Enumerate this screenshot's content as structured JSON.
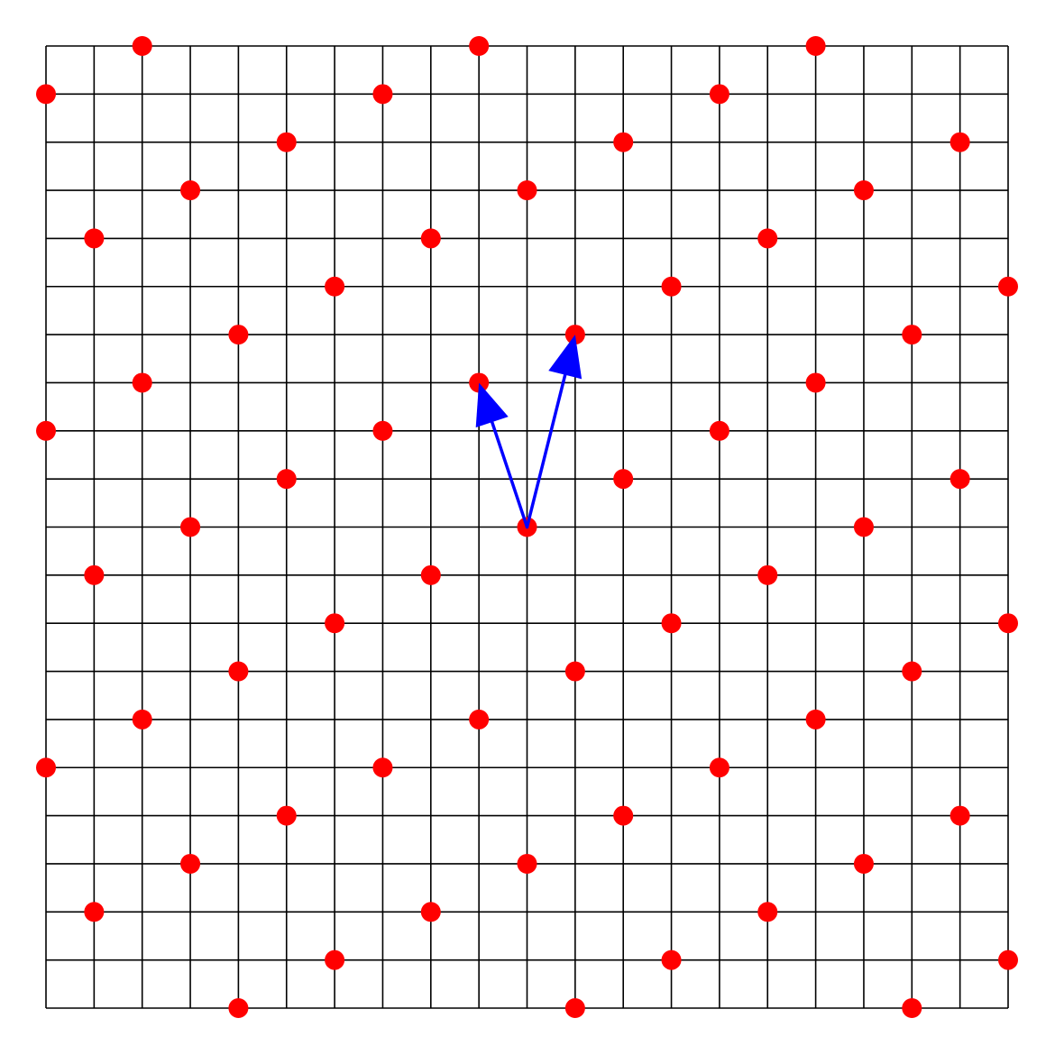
{
  "diagram": {
    "type": "lattice-on-grid",
    "grid": {
      "columns": 20,
      "rows": 20,
      "line_color": "#000000",
      "background": "#ffffff"
    },
    "lattice": {
      "point_color": "#ff0000",
      "basis_origin": [
        10,
        10
      ],
      "basis_vectors": [
        [
          -1,
          3
        ],
        [
          1,
          4
        ]
      ],
      "points": [
        [
          2,
          20
        ],
        [
          9,
          20
        ],
        [
          16,
          20
        ],
        [
          0,
          19
        ],
        [
          7,
          19
        ],
        [
          14,
          19
        ],
        [
          5,
          18
        ],
        [
          12,
          18
        ],
        [
          19,
          18
        ],
        [
          3,
          17
        ],
        [
          10,
          17
        ],
        [
          17,
          17
        ],
        [
          1,
          16
        ],
        [
          8,
          16
        ],
        [
          15,
          16
        ],
        [
          6,
          15
        ],
        [
          13,
          15
        ],
        [
          20,
          15
        ],
        [
          4,
          14
        ],
        [
          11,
          14
        ],
        [
          18,
          14
        ],
        [
          2,
          13
        ],
        [
          9,
          13
        ],
        [
          16,
          13
        ],
        [
          0,
          12
        ],
        [
          7,
          12
        ],
        [
          14,
          12
        ],
        [
          5,
          11
        ],
        [
          12,
          11
        ],
        [
          19,
          11
        ],
        [
          3,
          10
        ],
        [
          10,
          10
        ],
        [
          17,
          10
        ],
        [
          1,
          9
        ],
        [
          8,
          9
        ],
        [
          15,
          9
        ],
        [
          6,
          8
        ],
        [
          13,
          8
        ],
        [
          20,
          8
        ],
        [
          4,
          7
        ],
        [
          11,
          7
        ],
        [
          18,
          7
        ],
        [
          2,
          6
        ],
        [
          9,
          6
        ],
        [
          16,
          6
        ],
        [
          0,
          5
        ],
        [
          7,
          5
        ],
        [
          14,
          5
        ],
        [
          5,
          4
        ],
        [
          12,
          4
        ],
        [
          19,
          4
        ],
        [
          3,
          3
        ],
        [
          10,
          3
        ],
        [
          17,
          3
        ],
        [
          1,
          2
        ],
        [
          8,
          2
        ],
        [
          15,
          2
        ],
        [
          6,
          1
        ],
        [
          13,
          1
        ],
        [
          20,
          1
        ],
        [
          4,
          0
        ],
        [
          11,
          0
        ],
        [
          18,
          0
        ]
      ]
    },
    "vectors": {
      "color": "#0000ff",
      "items": [
        {
          "name": "basis-vector-b1",
          "from": [
            10,
            10
          ],
          "to": [
            9,
            13
          ]
        },
        {
          "name": "basis-vector-b2",
          "from": [
            10,
            10
          ],
          "to": [
            11,
            14
          ]
        }
      ]
    }
  }
}
